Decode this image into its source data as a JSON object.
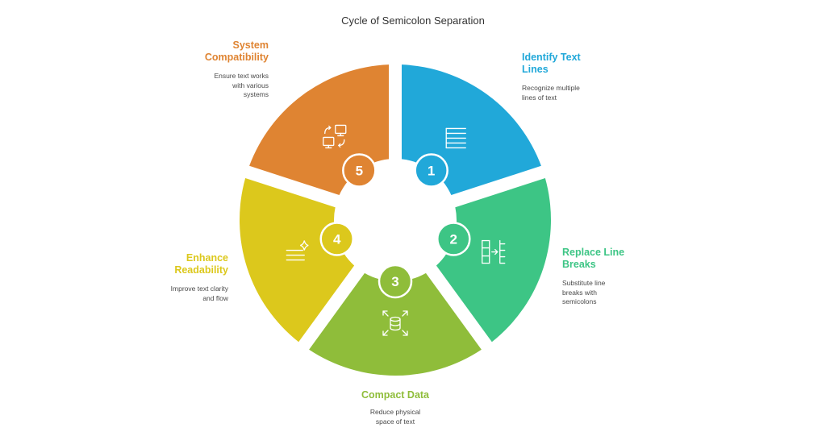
{
  "title": "Cycle of Semicolon Separation",
  "steps": [
    {
      "number": "1",
      "heading": "Identify Text Lines",
      "heading_lines": [
        "Identify Text",
        "Lines"
      ],
      "description_lines": [
        "Recognize multiple",
        "lines of text"
      ],
      "color": "#21a8d9",
      "icon": "text-lines-icon"
    },
    {
      "number": "2",
      "heading": "Replace Line Breaks",
      "heading_lines": [
        "Replace Line",
        "Breaks"
      ],
      "description_lines": [
        "Substitute line",
        "breaks with",
        "semicolons"
      ],
      "color": "#3dc585",
      "icon": "replace-breaks-icon"
    },
    {
      "number": "3",
      "heading": "Compact Data",
      "heading_lines": [
        "Compact Data"
      ],
      "description_lines": [
        "Reduce physical",
        "space of text"
      ],
      "color": "#8fbd3a",
      "icon": "compress-database-icon"
    },
    {
      "number": "4",
      "heading": "Enhance Readability",
      "heading_lines": [
        "Enhance",
        "Readability"
      ],
      "description_lines": [
        "Improve text clarity",
        "and flow"
      ],
      "color": "#dcc81c",
      "icon": "sparkle-text-icon"
    },
    {
      "number": "5",
      "heading": "System Compatibility",
      "heading_lines": [
        "System",
        "Compatibility"
      ],
      "description_lines": [
        "Ensure text works",
        "with various",
        "systems"
      ],
      "color": "#df8432",
      "icon": "computer-sync-icon"
    }
  ]
}
